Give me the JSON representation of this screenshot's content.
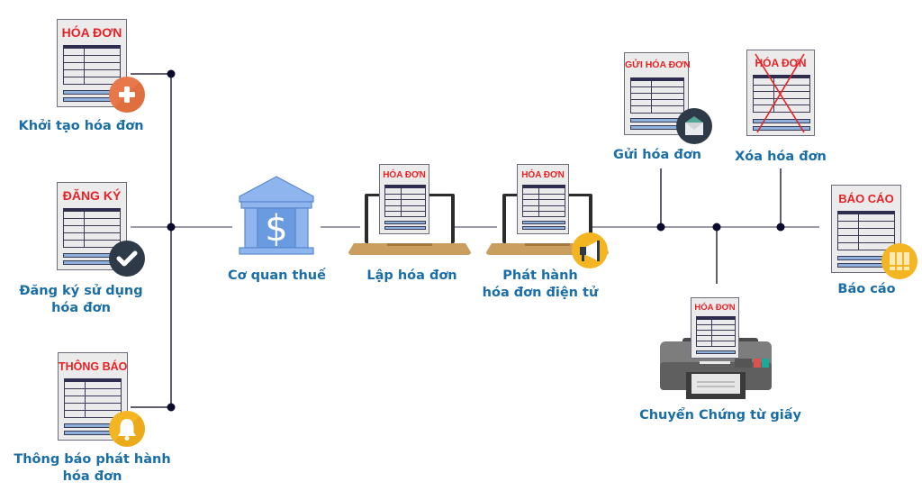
{
  "diagram": {
    "title_color": "#e52326",
    "label_color": "#1a6ea8",
    "nodes": {
      "khoi_tao": {
        "doc_title": "HÓA ĐƠN",
        "label": "Khởi tạo hóa đơn",
        "badge": "plus-icon",
        "badge_color": "#e8784a"
      },
      "dang_ky": {
        "doc_title": "ĐĂNG KÝ",
        "label_line1": "Đăng ký sử dụng",
        "label_line2": "hóa đơn",
        "badge": "check-icon",
        "badge_color": "#2f3a48"
      },
      "thong_bao": {
        "doc_title": "THÔNG BÁO",
        "label_line1": "Thông báo phát hành",
        "label_line2": "hóa đơn",
        "badge": "bell-icon",
        "badge_color": "#f4b522"
      },
      "co_quan_thue": {
        "label": "Cơ quan thuế",
        "icon": "bank-dollar-icon",
        "icon_color": "#7aa6e6"
      },
      "lap_hoa_don": {
        "doc_title": "HÓA ĐƠN",
        "label": "Lập hóa đơn",
        "icon": "laptop-icon"
      },
      "phat_hanh": {
        "doc_title": "HÓA ĐƠN",
        "label_line1": "Phát hành",
        "label_line2": "hóa đơn điện tử",
        "badge": "megaphone-icon",
        "badge_color": "#f4b522"
      },
      "gui_hoa_don": {
        "doc_title": "GỬI HÓA ĐƠN",
        "label": "Gửi hóa đơn",
        "badge": "envelope-icon",
        "badge_color": "#2f3a48"
      },
      "xoa_hoa_don": {
        "doc_title": "HÓA ĐƠN",
        "label": "Xóa hóa đơn",
        "mark": "cross-out-icon"
      },
      "bao_cao": {
        "doc_title": "BÁO CÁO",
        "label": "Báo cáo",
        "badge": "binders-icon",
        "badge_color": "#f4b522"
      },
      "chuyen_chung_tu": {
        "doc_title": "HÓA ĐƠN",
        "label": "Chuyển Chứng từ giấy",
        "icon": "printer-icon"
      }
    }
  }
}
